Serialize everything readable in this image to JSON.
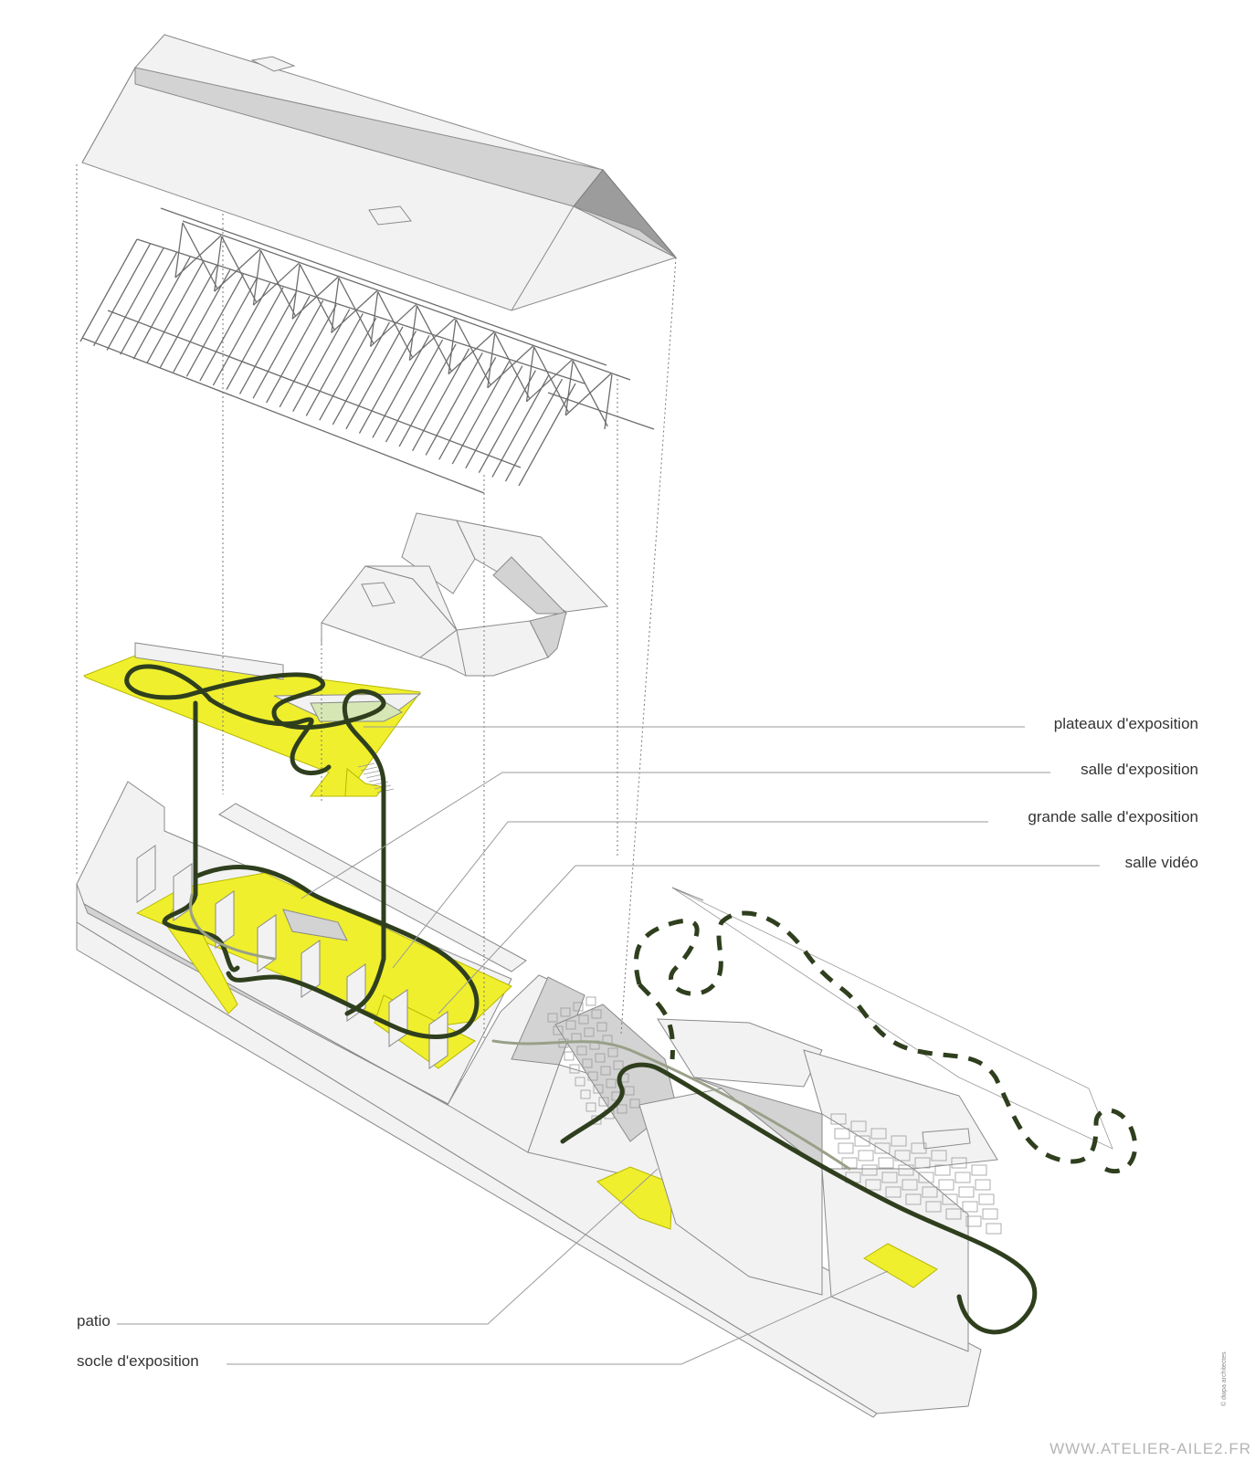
{
  "labels": {
    "plateaux": "plateaux d'exposition",
    "salle": "salle d'exposition",
    "grande_salle": "grande salle d'exposition",
    "salle_video": "salle vidéo",
    "patio": "patio",
    "socle": "socle d'exposition"
  },
  "credit": "© dwpa architectes",
  "watermark": "WWW.ATELIER-AILE2.FR",
  "colors": {
    "exhibition_floor": "#efef2e",
    "circulation_path": "#2f3f1e",
    "outline": "#8a8a8a"
  }
}
